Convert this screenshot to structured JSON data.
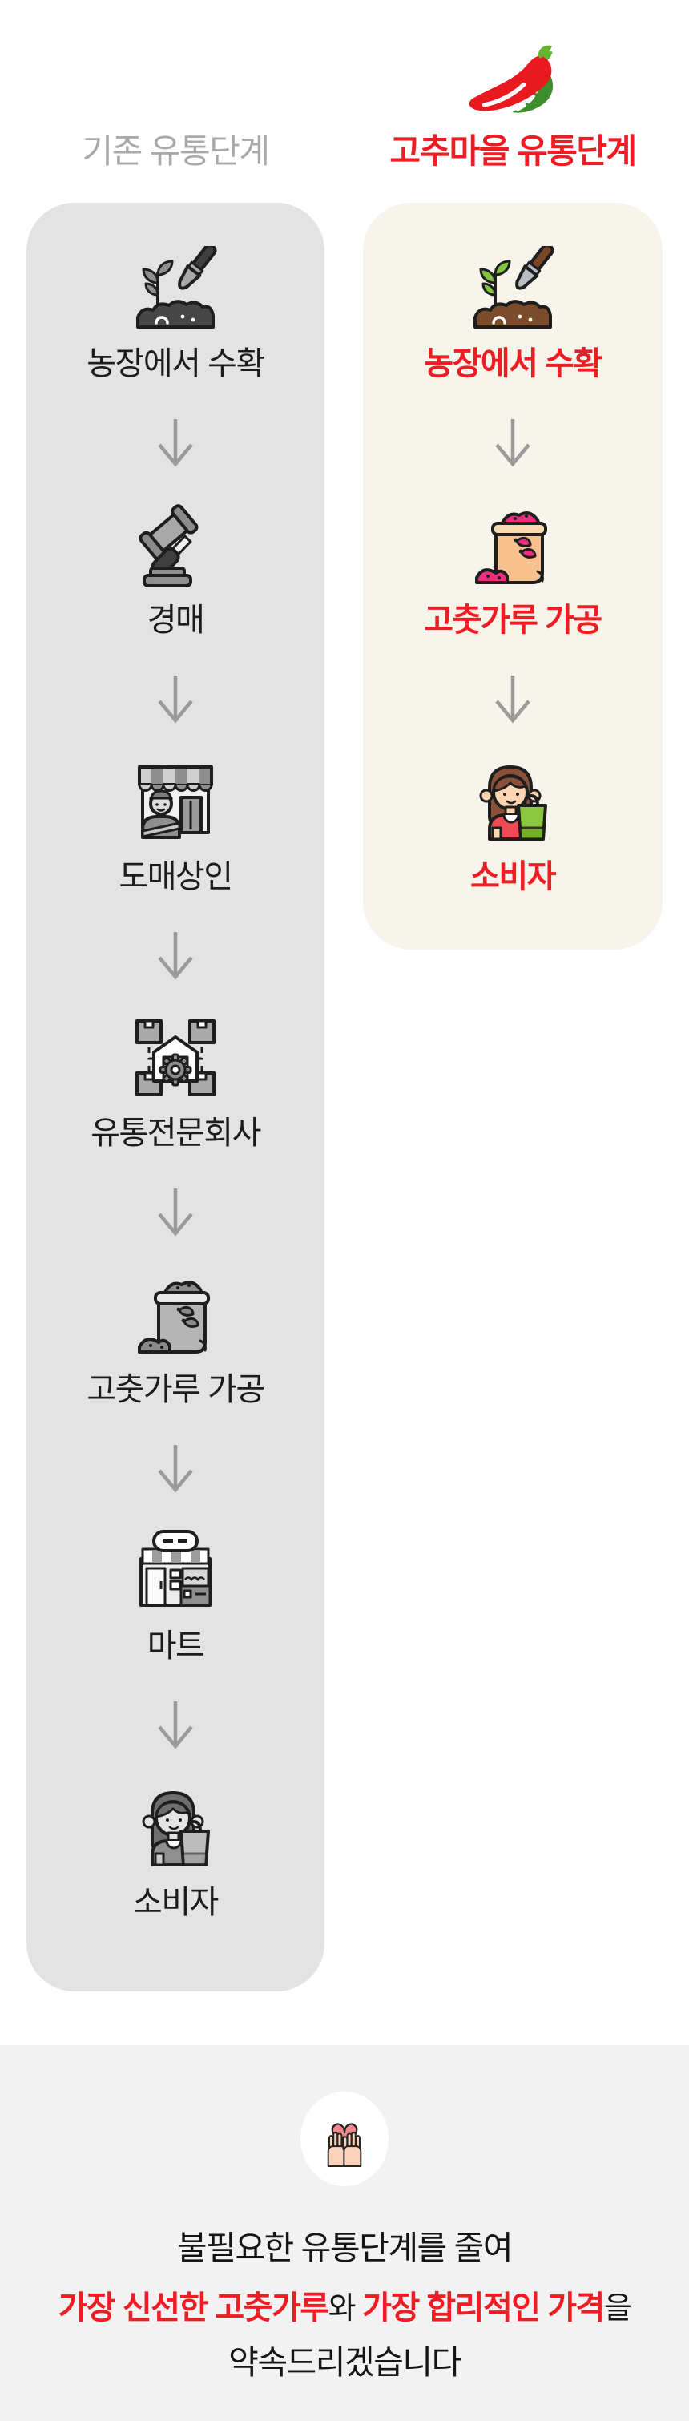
{
  "header": {
    "left_title": "기존 유통단계",
    "right_title": "고추마을 유통단계",
    "logo_icon": "chili-peppers-logo"
  },
  "left_flow": {
    "steps": [
      {
        "label": "농장에서 수확",
        "icon": "farm-harvest-icon"
      },
      {
        "label": "경매",
        "icon": "auction-gavel-icon"
      },
      {
        "label": "도매상인",
        "icon": "wholesaler-icon"
      },
      {
        "label": "유통전문회사",
        "icon": "distribution-company-icon"
      },
      {
        "label": "고춧가루 가공",
        "icon": "pepper-powder-bag-icon"
      },
      {
        "label": "마트",
        "icon": "mart-icon"
      },
      {
        "label": "소비자",
        "icon": "consumer-icon"
      }
    ]
  },
  "right_flow": {
    "steps": [
      {
        "label": "농장에서 수확",
        "icon": "farm-harvest-icon"
      },
      {
        "label": "고춧가루 가공",
        "icon": "pepper-powder-bag-icon"
      },
      {
        "label": "소비자",
        "icon": "consumer-icon"
      }
    ]
  },
  "footer": {
    "icon": "hands-heart-icon",
    "line1": "불필요한 유통단계를 줄여",
    "line2_parts": [
      {
        "text": "가장 신선한 고춧가루",
        "emphasis": true
      },
      {
        "text": "와 ",
        "emphasis": false
      },
      {
        "text": "가장 합리적인 가격",
        "emphasis": true
      },
      {
        "text": "을",
        "emphasis": false
      }
    ],
    "line3": "약속드리겠습니다"
  },
  "colors": {
    "accent_red": "#ee1c23",
    "left_panel_bg": "#e3e3e3",
    "right_panel_bg": "#f7f4ec",
    "footer_bg": "#f2f2f2",
    "muted_title": "#a9a9a9",
    "arrow_gray": "#9b9b9b",
    "text_black": "#1c1c1c",
    "pepper_green": "#4b9b30",
    "powder_pink": "#ee2e7c"
  }
}
